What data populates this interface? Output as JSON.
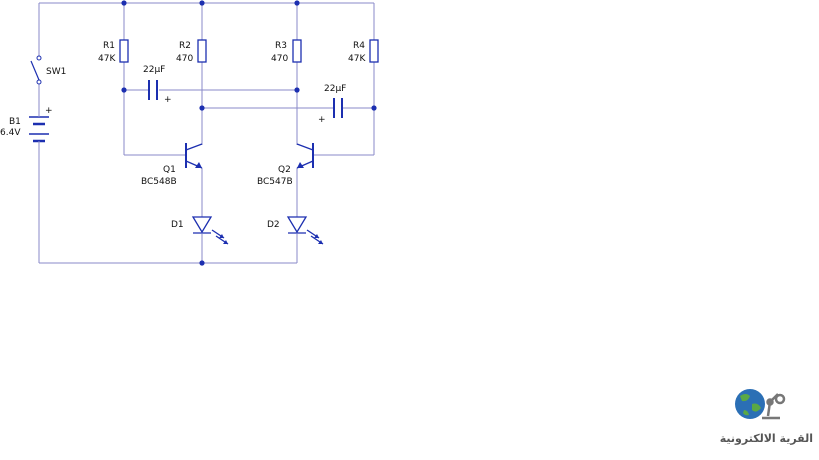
{
  "switch": {
    "name": "SW1"
  },
  "battery": {
    "name": "B1",
    "value": "6.4V",
    "polarity": "+"
  },
  "resistors": [
    {
      "name": "R1",
      "value": "47K"
    },
    {
      "name": "R2",
      "value": "470"
    },
    {
      "name": "R3",
      "value": "470"
    },
    {
      "name": "R4",
      "value": "47K"
    }
  ],
  "capacitors": [
    {
      "value": "22µF",
      "polarity": "+"
    },
    {
      "value": "22µF",
      "polarity": "+"
    }
  ],
  "transistors": [
    {
      "name": "Q1",
      "part": "BC548B"
    },
    {
      "name": "Q2",
      "part": "BC547B"
    }
  ],
  "leds": [
    {
      "name": "D1"
    },
    {
      "name": "D2"
    }
  ],
  "logo": {
    "text": "القرية الالكترونية"
  },
  "colors": {
    "wire": "#8a8ac8",
    "junction": "#1c2fb0",
    "component": "#1c2fb0",
    "resistor_fill": "#ffffff"
  }
}
